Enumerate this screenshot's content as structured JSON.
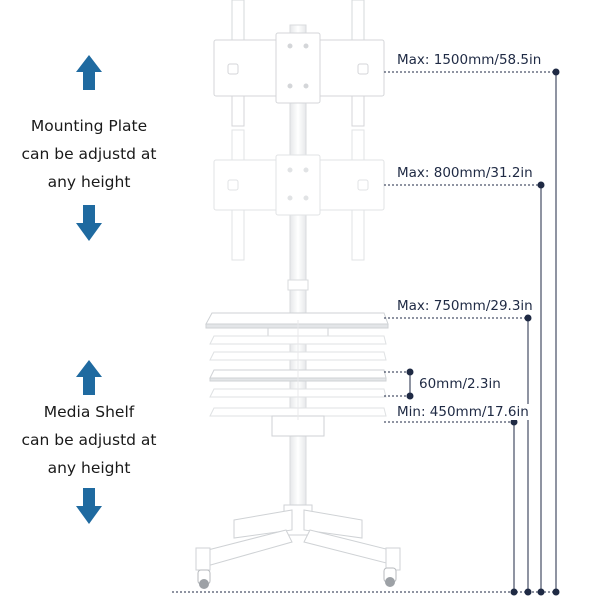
{
  "captions": {
    "mounting_plate": [
      "Mounting Plate",
      "can be adjustd at",
      "any height"
    ],
    "media_shelf": [
      "Media Shelf",
      "can be adjustd at",
      "any height"
    ]
  },
  "measurements": {
    "plate_max": "Max: 1500mm/58.5in",
    "plate_mid": "Max: 800mm/31.2in",
    "shelf_max": "Max: 750mm/29.3in",
    "shelf_step": "60mm/2.3in",
    "shelf_min": "Min: 450mm/17.6in"
  },
  "colors": {
    "arrow": "#1f6aa0",
    "dimension_line": "#1f2a44",
    "product": "#ffffff",
    "product_edge": "#d8dadd"
  },
  "icons": {
    "up": "arrow-up-icon",
    "down": "arrow-down-icon"
  }
}
